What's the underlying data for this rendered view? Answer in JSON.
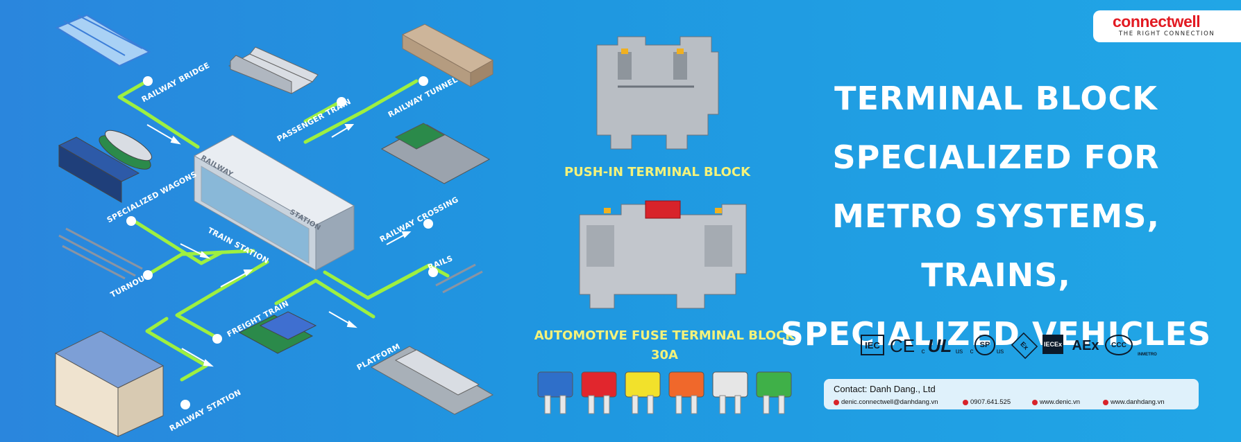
{
  "brand": {
    "name": "connectwell",
    "tagline": "THE RIGHT CONNECTION",
    "color": "#e21a22"
  },
  "diagram": {
    "station": {
      "sign1": "RAILWAY",
      "sign2": "STATION",
      "label": "TRAIN STATION"
    },
    "nodes": {
      "railway_bridge": "RAILWAY BRIDGE",
      "passenger_train": "PASSENGER TRAIN",
      "railway_tunnel": "RAILWAY TUNNEL",
      "specialized_wagons": "SPECIALIZED WAGONS",
      "railway_crossing": "RAILWAY CROSSING",
      "turnout": "TURNOUT",
      "rails": "RAILS",
      "freight_train": "FREIGHT TRAIN",
      "platform": "PLATFORM",
      "railway_station": "RAILWAY STATION"
    },
    "line_color": "#9ef040"
  },
  "products": {
    "push_in": "PUSH-IN TERMINAL BLOCK",
    "fuse_line1": "AUTOMOTIVE FUSE TERMINAL BLOCK",
    "fuse_line2": "30A",
    "fuse_colors": [
      "#2f6fc9",
      "#e1262d",
      "#f2e12b",
      "#f0682b",
      "#e6e6e6",
      "#3fb048"
    ],
    "caption_color": "#f4f27a"
  },
  "headline": {
    "line1": "TERMINAL BLOCK",
    "line2": "SPECIALIZED FOR",
    "line3": "METRO SYSTEMS, TRAINS,",
    "line4": "SPECIALIZED VEHICLES"
  },
  "certifications": {
    "iec": "IEC",
    "ce": "CE",
    "ul_c": "c",
    "ul": "UL",
    "ul_us": "us",
    "csa_c": "c",
    "csa": "SP",
    "csa_us": "us",
    "ex": "Ex",
    "iecex": "IECEx",
    "aex": "AEx",
    "ccc": "CCC",
    "inmetro": "INMETRO"
  },
  "contact": {
    "title": "Contact: Danh Dang., Ltd",
    "email": "denic.connectwell@danhdang.vn",
    "phone": "0907.641.525",
    "web1": "www.denic.vn",
    "web2": "www.danhdang.vn"
  }
}
